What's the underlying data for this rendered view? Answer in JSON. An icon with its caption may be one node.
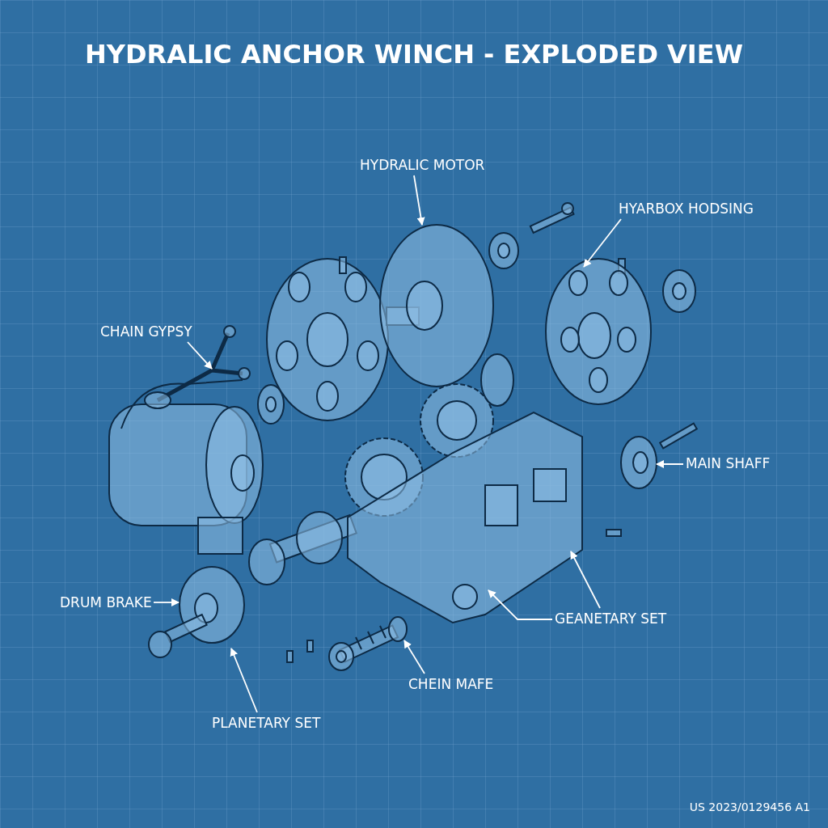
{
  "diagram": {
    "title": "HYDRALIC ANCHOR WINCH - EXPLODED VIEW",
    "nodes": [
      {
        "text": [
          "HYDRALIC MOTOR"
        ]
      },
      {
        "text": [],
        "shape": "picture"
      },
      {
        "text": [
          "HYARBOX HODSING"
        ]
      },
      {
        "text": [],
        "shape": "picture"
      },
      {
        "text": [
          "CHAIN GYPSY"
        ]
      },
      {
        "text": [],
        "shape": "picture"
      },
      {
        "text": [
          "MAIN SHAFF"
        ]
      },
      {
        "text": [],
        "shape": "picture"
      },
      {
        "text": [
          "DRUM BRAKE"
        ]
      },
      {
        "text": [],
        "shape": "picture"
      },
      {
        "text": [
          "PLANETARY SET"
        ]
      },
      {
        "text": [
          "GEANETARY SET"
        ]
      },
      {
        "text": [],
        "shape": "picture"
      },
      {
        "text": [
          "CHEIN MAFE"
        ]
      },
      {
        "text": [],
        "shape": "picture"
      }
    ],
    "edges": [
      {
        "from": 0,
        "to": 1,
        "arrow": "to"
      },
      {
        "from": 2,
        "to": 3,
        "arrow": "to"
      },
      {
        "from": 4,
        "to": 5,
        "arrow": "to"
      },
      {
        "from": 6,
        "to": 7,
        "arrow": "to"
      },
      {
        "from": 8,
        "to": 9,
        "arrow": "to"
      },
      {
        "from": 10,
        "to": 9,
        "arrow": "to"
      },
      {
        "from": 11,
        "to": 12,
        "arrow": "to"
      },
      {
        "from": 11,
        "to": 12,
        "arrow": "to"
      },
      {
        "from": 13,
        "to": 14,
        "arrow": "to"
      }
    ],
    "labels": [
      "US 2023/0129456 A1"
    ]
  }
}
